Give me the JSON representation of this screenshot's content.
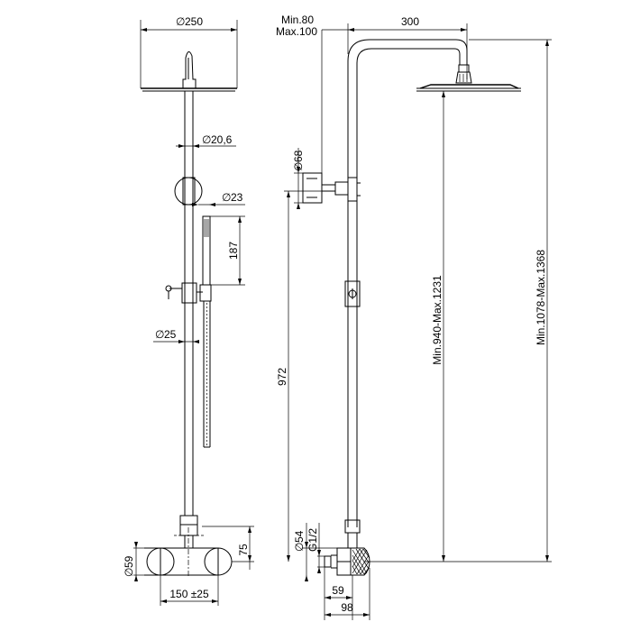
{
  "front_view": {
    "head_diameter": "250",
    "pipe_diameter": "20,6",
    "handshower_diameter": "23",
    "handshower_length": "187",
    "slider_diameter": "25",
    "mixer_height": "75",
    "mixer_end_diameter": "59",
    "mixer_width": "150 ±25"
  },
  "side_view": {
    "wall_distance_min": "Min.80",
    "wall_distance_max": "Max.100",
    "arm_length": "300",
    "bracket_diameter": "68",
    "total_height": "972",
    "head_height": "Min.940-Max.1231",
    "overall_height": "Min.1078-Max.1368",
    "connector_diameter": "54",
    "thread": "G1/2",
    "offset_inner": "59",
    "offset_outer": "98"
  },
  "symbols": {
    "diameter": "∅"
  },
  "colors": {
    "line": "#000000",
    "background": "#ffffff"
  }
}
